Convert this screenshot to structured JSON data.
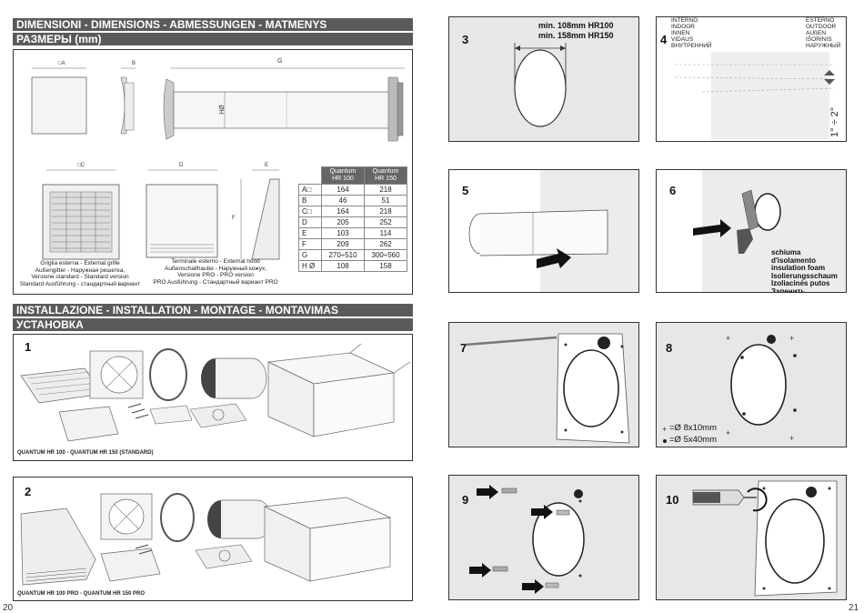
{
  "left_page": {
    "heading_dimensions": "DIMENSIONI - DIMENSIONS - ABMESSUNGEN - MATMENYS",
    "heading_dimensions_ru": "РАЗМЕРЫ (mm)",
    "dim_labels": {
      "a": "□A",
      "b": "B",
      "g": "G",
      "h": "HØ",
      "c": "□C",
      "d": "D",
      "e": "E",
      "f": "F"
    },
    "captions": {
      "grille": "Griglia esterna - External grille\nAußengitter - Наружная решетка,\nVersione standard - Standard version\nStandard Ausführung - стандартный вариант",
      "hood": "Terminale esterno - External hood\nAußenschallhaube - Наружный кожух,\nVersione PRO - PRO version\nPRO Ausführung - Стандартный вариант PRO"
    },
    "table": {
      "columns": [
        "Quantum HR 100",
        "Quantum HR 150"
      ],
      "rows": [
        {
          "key": "A□",
          "v1": "164",
          "v2": "218"
        },
        {
          "key": "B",
          "v1": "46",
          "v2": "51"
        },
        {
          "key": "C□",
          "v1": "164",
          "v2": "218"
        },
        {
          "key": "D",
          "v1": "205",
          "v2": "252"
        },
        {
          "key": "E",
          "v1": "103",
          "v2": "114"
        },
        {
          "key": "F",
          "v1": "209",
          "v2": "262"
        },
        {
          "key": "G",
          "v1": "270÷510",
          "v2": "300÷560"
        },
        {
          "key": "H Ø",
          "v1": "108",
          "v2": "158"
        }
      ]
    },
    "heading_install": "INSTALLAZIONE - INSTALLATION - MONTAGE - MONTAVIMAS",
    "heading_install_ru": "УСТАНОВКА",
    "step1": {
      "num": "1",
      "caption": "QUANTUM HR 100 - QUANTUM HR 150 (STANDARD)"
    },
    "step2": {
      "num": "2",
      "caption": "QUANTUM HR 100 PRO - QUANTUM HR 150 PRO"
    },
    "page_number": "20"
  },
  "right_page": {
    "step3": {
      "num": "3",
      "text": "min. 108mm HR100\nmin. 158mm HR150"
    },
    "step4": {
      "num": "4",
      "left": "INTERNO\nINDOOR\nINNEN\nVIDAUS\nВНУТРЕННИЙ",
      "right": "ESTERNO\nOUTDOOR\nAUßEN\nIŠORINIS\nНАРУЖНЫЙ",
      "angle": "1° ÷ 2°"
    },
    "step5": {
      "num": "5"
    },
    "step6": {
      "num": "6",
      "foam": "schiuma d'isolamento\ninsulation foam\nIsolierungsschaum\nIzoliacinės putos\nЗапенить."
    },
    "step7": {
      "num": "7"
    },
    "step8": {
      "num": "8",
      "legend1": "=Ø 8x10mm",
      "legend2": "=Ø 5x40mm"
    },
    "step9": {
      "num": "9"
    },
    "step10": {
      "num": "10"
    },
    "page_number": "21"
  }
}
